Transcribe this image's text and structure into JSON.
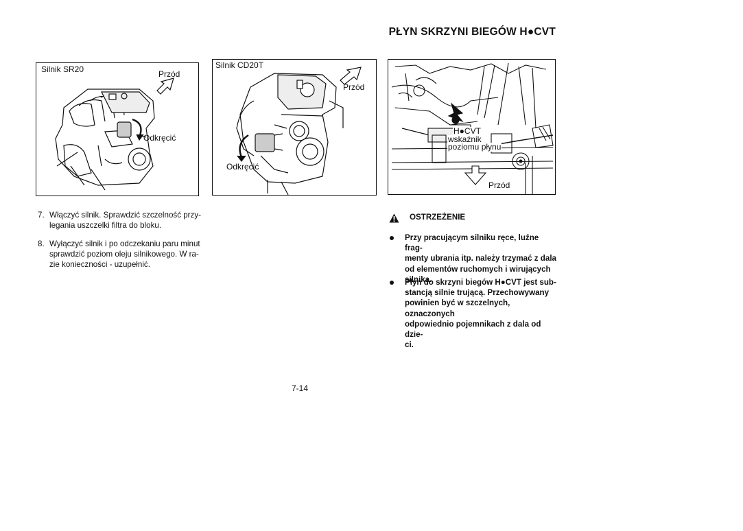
{
  "header": {
    "title": "PŁYN SKRZYNI BIEGÓW H●CVT"
  },
  "figure1": {
    "label": "Silnik SR20",
    "front": "Przód",
    "loosen": "Odkręcić"
  },
  "figure2": {
    "label": "Silnik CD20T",
    "front": "Przód",
    "loosen": "Odkręcić"
  },
  "figure3": {
    "gauge_line1": "H●CVT",
    "gauge_line2": "wskaźnik",
    "gauge_line3": "poziomu płynu",
    "front": "Przód"
  },
  "steps": [
    {
      "number": "7.",
      "lines": [
        "Włączyć silnik. Sprawdzić szczelność przy-",
        "legania uszczelki filtra do bloku."
      ]
    },
    {
      "number": "8.",
      "lines": [
        "Wyłączyć silnik i po odczekaniu paru minut",
        "sprawdzić poziom oleju silnikowego. W ra-",
        "zie konieczności - uzupełnić."
      ]
    }
  ],
  "warning": {
    "heading": "OSTRZEŻENIE",
    "bullets": [
      {
        "lines": [
          "Przy pracującym silniku ręce, luźne frag-",
          "menty ubrania itp. należy trzymać z dala",
          "od elementów ruchomych i wirujących",
          "silnika."
        ]
      },
      {
        "lines": [
          "Płyn do skrzyni biegów H●CVT jest sub-",
          "stancją silnie trującą. Przechowywany",
          "powinien być w szczelnych, oznaczonych",
          "odpowiednio pojemnikach z dala od dzie-",
          "ci."
        ]
      }
    ]
  },
  "footer": {
    "page_number": "7-14"
  }
}
